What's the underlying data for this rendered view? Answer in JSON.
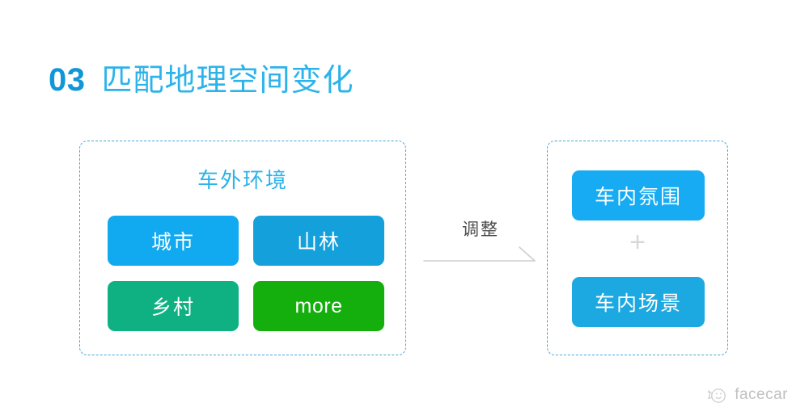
{
  "title": {
    "number": "03",
    "text": "匹配地理空间变化",
    "number_color": "#1097d8",
    "text_color": "#2cb3ea"
  },
  "exterior_panel": {
    "heading": "车外环境",
    "heading_color": "#2cb3ea",
    "border_color": "#3fa9de",
    "cards": [
      {
        "label": "城市",
        "color": "#11a9f0"
      },
      {
        "label": "山林",
        "color": "#14a0db"
      },
      {
        "label": "乡村",
        "color": "#0fb183"
      },
      {
        "label": "more",
        "color": "#14ae0d"
      }
    ]
  },
  "connector": {
    "label": "调整",
    "label_color": "#4a4a4a",
    "arrow_color": "#cfcfcf",
    "arrow_icon": "arrow-right-icon"
  },
  "interior_panel": {
    "border_color": "#3fa9de",
    "separator": "+",
    "separator_color": "#d8d8d8",
    "cards": [
      {
        "label": "车内氛围",
        "color": "#16abf2"
      },
      {
        "label": "车内场景",
        "color": "#1ca8e0"
      }
    ]
  },
  "watermark": {
    "text": "facecar",
    "icon": "facecar-logo-icon",
    "color": "#8e8e8e"
  }
}
